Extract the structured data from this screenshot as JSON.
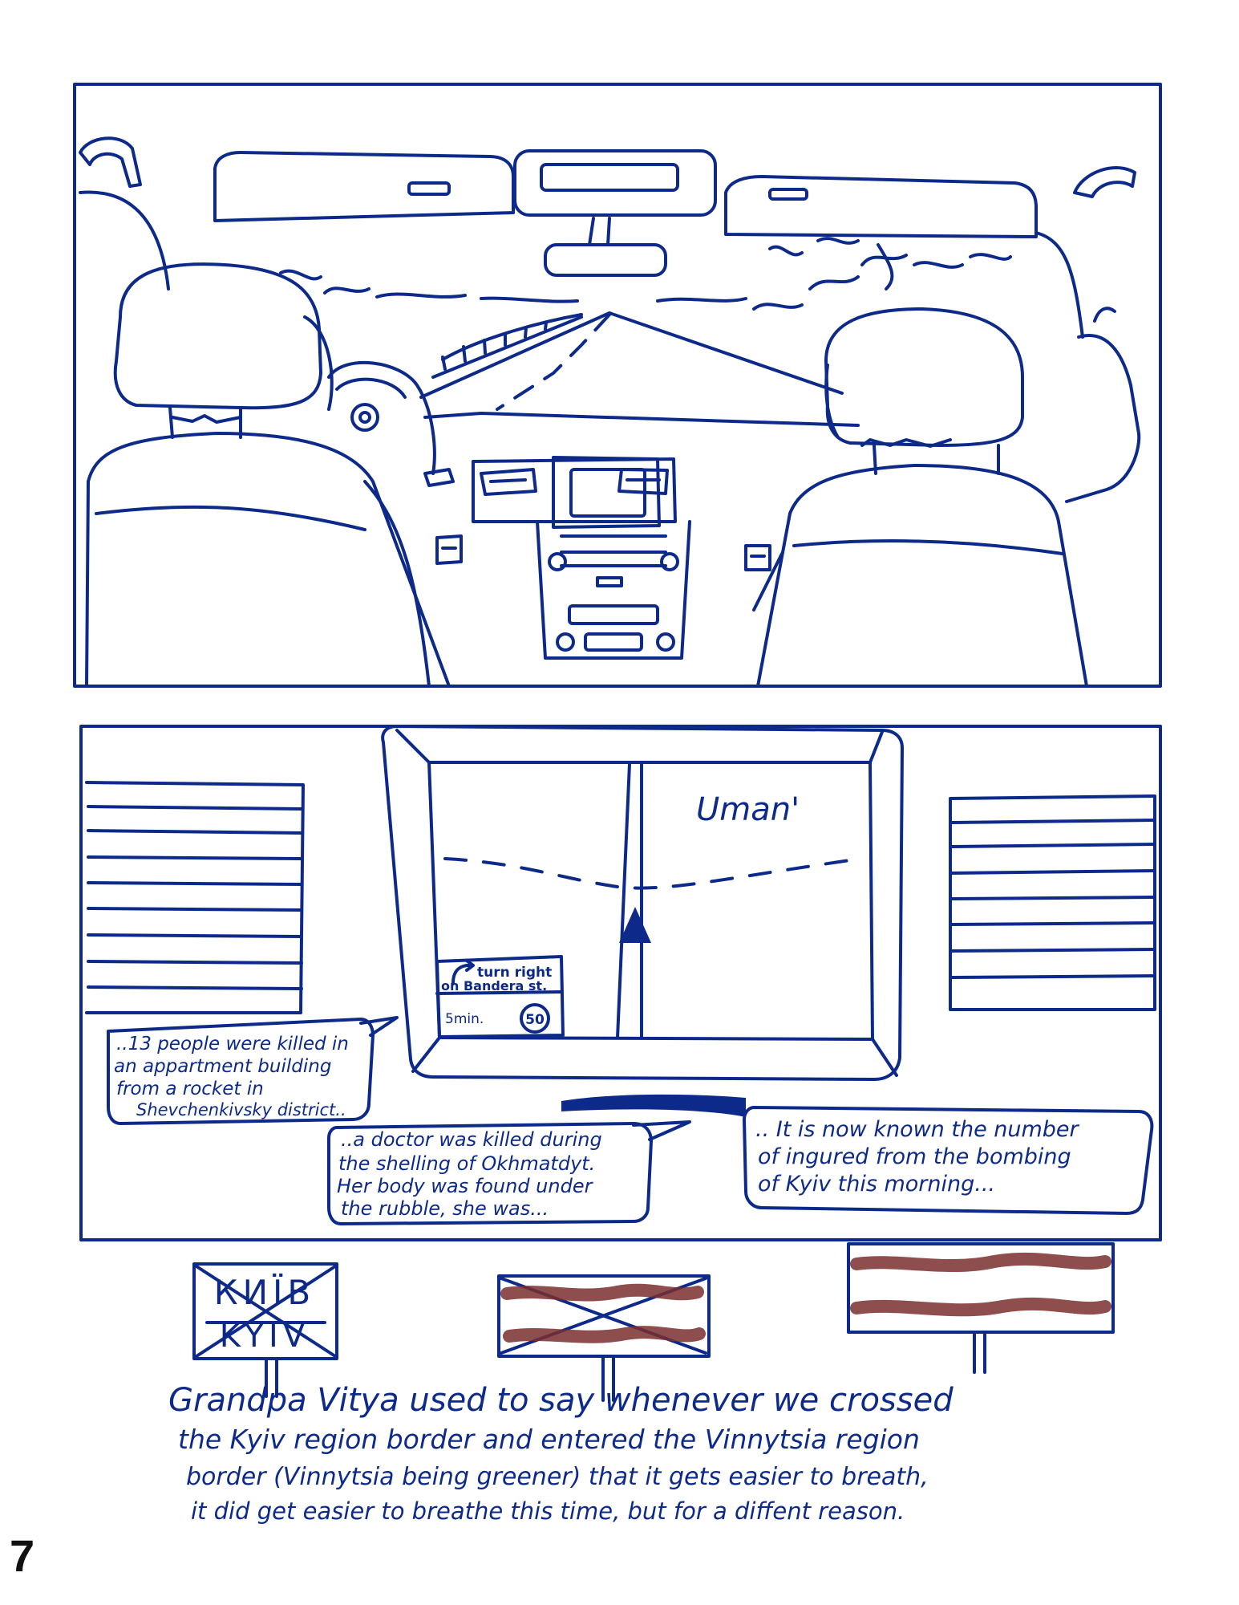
{
  "navigation_screen": {
    "city_label": "Uman'",
    "turn_instruction_line1": "turn right",
    "turn_instruction_line2": "on Bandera st.",
    "eta": "5min.",
    "speed_limit": "50"
  },
  "radio_bubbles": [
    {
      "lines": [
        "..13 people were killed in",
        "an appartment building",
        "from a rocket in",
        "Shevchenkivsky district.."
      ]
    },
    {
      "lines": [
        "..a doctor was killed during",
        "the shelling of Okhmatdyt.",
        "Her body was found under",
        "the rubble, she was..."
      ]
    },
    {
      "lines": [
        ".. It is now known the number",
        "of ingured from the bombing",
        "of Kyiv this morning..."
      ]
    }
  ],
  "road_signs": [
    {
      "line1": "КИЇВ",
      "line2": "KYIV"
    }
  ],
  "narration": [
    "Grandpa Vitya used to say whenever we crossed",
    "the Kyiv region border and entered the Vinnytsia region",
    "border (Vinnytsia being greener) that it gets easier to breath,",
    "it did get easier to breathe this time, but for a diffent reason."
  ],
  "page_number": "7",
  "colors": {
    "ink": "#0d2a8a",
    "scribble": "#7a2f2f"
  }
}
